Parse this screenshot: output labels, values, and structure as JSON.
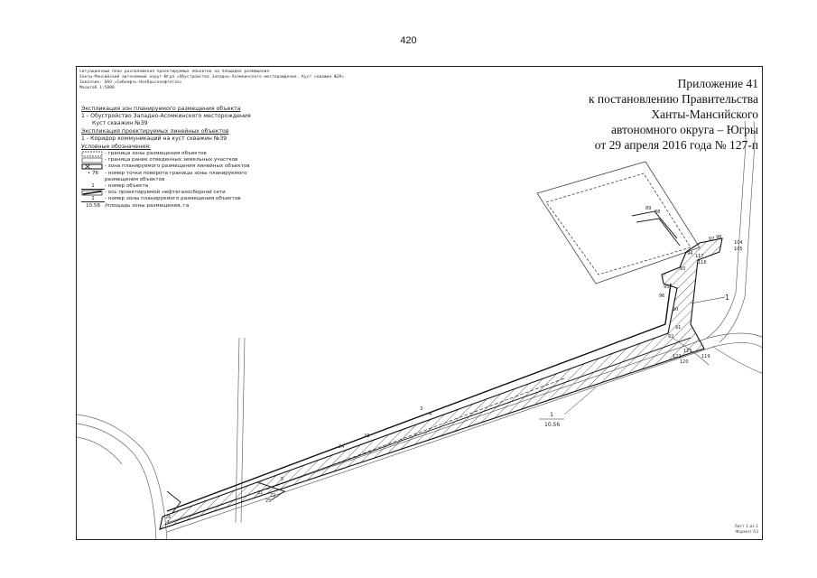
{
  "page_number": "420",
  "header_notes": [
    "Ситуационный план расположения проектируемых объектов на площадке размещения",
    "Ханты-Мансийский автономный округ-Югра «Обустройство Западно-Асомкинского месторождения. Куст скважин №39»",
    "Заказчик: ОАО «Сибнефть-Ноябрьскнефтегаз»",
    "Масштаб 1:5000"
  ],
  "legend": {
    "section1_title": "Экспликация зон планируемого размещения объекта",
    "section1_line1": "1 - Обустройство Западно-Асомкинского месторождения",
    "section1_line2": "Куст скважин №39",
    "section2_title": "Экспликация проектируемых линейных объектов",
    "section2_line1": "1 - Коридор коммуникаций на куст скважин №39",
    "section3_title": "Условные обозначения:",
    "items": [
      {
        "text": "- граница зоны размещения объектов"
      },
      {
        "text": "- граница ранее отведенных земельных участков"
      },
      {
        "text": "- зона планируемого размещения линейных объектов"
      },
      {
        "symbol": "• 76",
        "text": "- номер точки поворота границы зоны планируемого"
      },
      {
        "text": "размещения объектов"
      },
      {
        "symbol": "1",
        "text": "- номер объекта"
      },
      {
        "text": "- ось проектируемой нефтегазосборной сети"
      },
      {
        "symbol": "1",
        "text": "- номер зоны планируемого размещения объектов"
      },
      {
        "symbol": "10.56",
        "text": "/площадь зоны размещения, га"
      }
    ]
  },
  "appendix": {
    "line1": "Приложение 41",
    "line2": "к постановлению Правительства",
    "line3": "Ханты-Мансийского",
    "line4": "автономного округа – Югры",
    "line5": "от 29 апреля 2016 года № 127-п"
  },
  "map_labels": {
    "zone_number": "1",
    "zone_area": "10.56",
    "object_number": "1",
    "points": [
      "104",
      "105",
      "116",
      "117",
      "119",
      "120",
      "121",
      "122",
      "88",
      "89",
      "90",
      "91",
      "92",
      "93",
      "94",
      "95",
      "96",
      "97",
      "98",
      "23",
      "24",
      "3",
      "4",
      "5",
      "21",
      "22",
      "25",
      "26",
      "1",
      "2"
    ]
  },
  "footer": {
    "line1": "Лист 1 из 1",
    "line2": "Формат А3"
  }
}
